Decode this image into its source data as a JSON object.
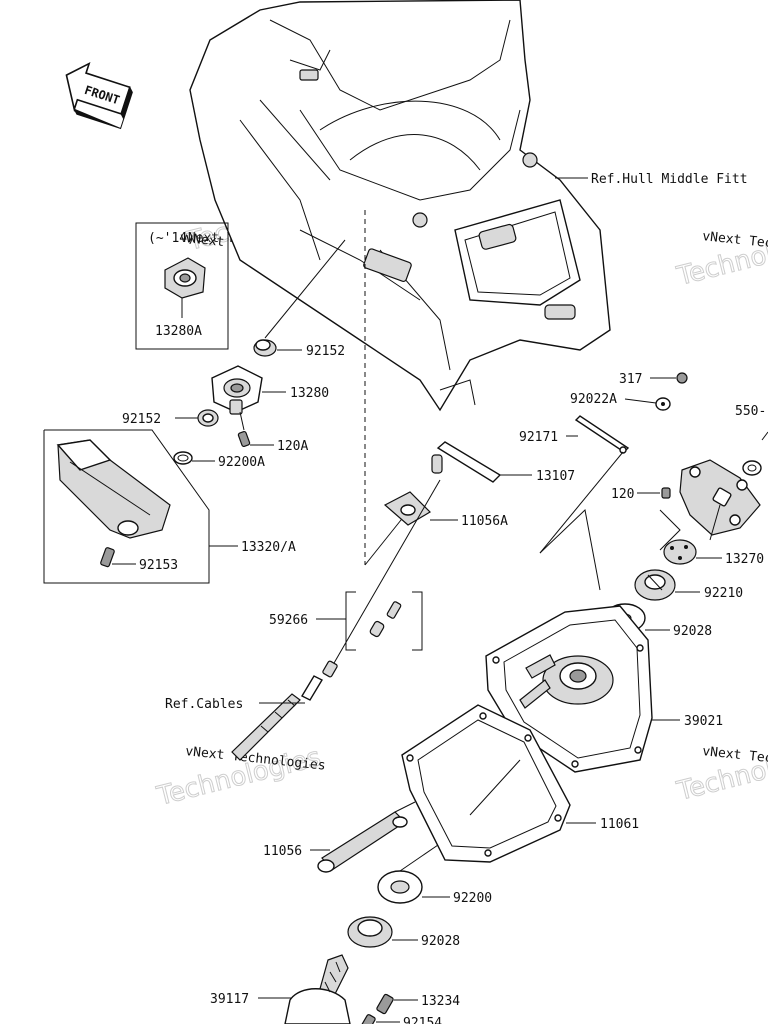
{
  "diagram": {
    "front_label": "FRONT",
    "ref_hull": "Ref.Hull Middle Fitt",
    "ref_cables": "Ref.Cables",
    "inset_year": "(~'14)",
    "watermark_line1": "vNext Technologies",
    "watermark_line2": "Technologies"
  },
  "parts": [
    {
      "id": "p13280A",
      "label": "13280A"
    },
    {
      "id": "p92152a",
      "label": "92152"
    },
    {
      "id": "p13280",
      "label": "13280"
    },
    {
      "id": "p92152b",
      "label": "92152"
    },
    {
      "id": "p120A",
      "label": "120A"
    },
    {
      "id": "p92200A",
      "label": "92200A"
    },
    {
      "id": "p13320A",
      "label": "13320/A"
    },
    {
      "id": "p92153",
      "label": "92153"
    },
    {
      "id": "p13107",
      "label": "13107"
    },
    {
      "id": "p11056A",
      "label": "11056A"
    },
    {
      "id": "p59266",
      "label": "59266"
    },
    {
      "id": "p317",
      "label": "317"
    },
    {
      "id": "p92022A",
      "label": "92022A"
    },
    {
      "id": "p92171",
      "label": "92171"
    },
    {
      "id": "p550",
      "label": "550-"
    },
    {
      "id": "p120",
      "label": "120"
    },
    {
      "id": "p13270",
      "label": "13270"
    },
    {
      "id": "p92210",
      "label": "92210"
    },
    {
      "id": "p92028a",
      "label": "92028"
    },
    {
      "id": "p39021",
      "label": "39021"
    },
    {
      "id": "p11061",
      "label": "11061"
    },
    {
      "id": "p11056",
      "label": "11056"
    },
    {
      "id": "p92200",
      "label": "92200"
    },
    {
      "id": "p92028b",
      "label": "92028"
    },
    {
      "id": "p39117",
      "label": "39117"
    },
    {
      "id": "p13234",
      "label": "13234"
    },
    {
      "id": "p92154",
      "label": "92154"
    }
  ]
}
